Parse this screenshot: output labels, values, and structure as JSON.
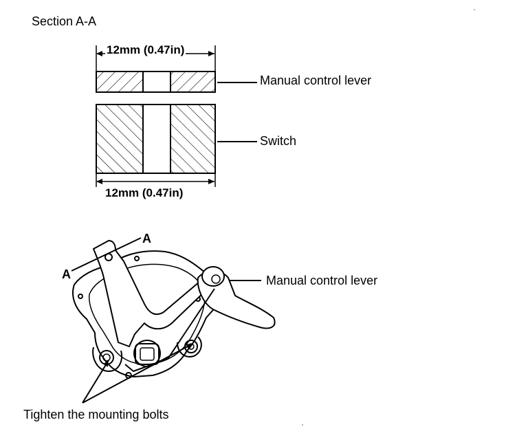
{
  "section_title": "Section A-A",
  "top_dimension": "12mm (0.47in)",
  "bottom_dimension": "12mm (0.47in)",
  "manual_control_lever_top": "Manual control lever",
  "switch_label": "Switch",
  "section_marker_top": "A",
  "section_marker_left": "A",
  "manual_control_lever_bottom": "Manual control lever",
  "tighten_label": "Tighten the mounting bolts"
}
